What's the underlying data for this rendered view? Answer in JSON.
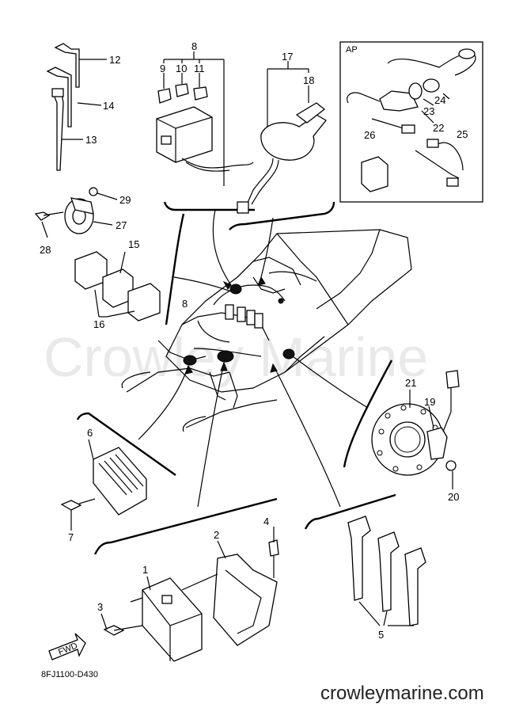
{
  "watermark": "Crowley Marine",
  "site_url": "crowleymarine.com",
  "drawing_code": "8FJ1100-D430",
  "fwd_label": "FWD",
  "inset_label": "AP",
  "callouts": {
    "c1": "1",
    "c2": "2",
    "c3": "3",
    "c4": "4",
    "c5": "5",
    "c6": "6",
    "c7": "7",
    "c8": "8",
    "c8b": "8",
    "c9": "9",
    "c10": "10",
    "c11": "11",
    "c12": "12",
    "c13": "13",
    "c14": "14",
    "c15": "15",
    "c16": "16",
    "c17": "17",
    "c18": "18",
    "c19": "19",
    "c20": "20",
    "c21": "21",
    "c22": "22",
    "c23": "23",
    "c24": "24",
    "c25": "25",
    "c26": "26",
    "c27": "27",
    "c28": "28",
    "c29": "29"
  }
}
